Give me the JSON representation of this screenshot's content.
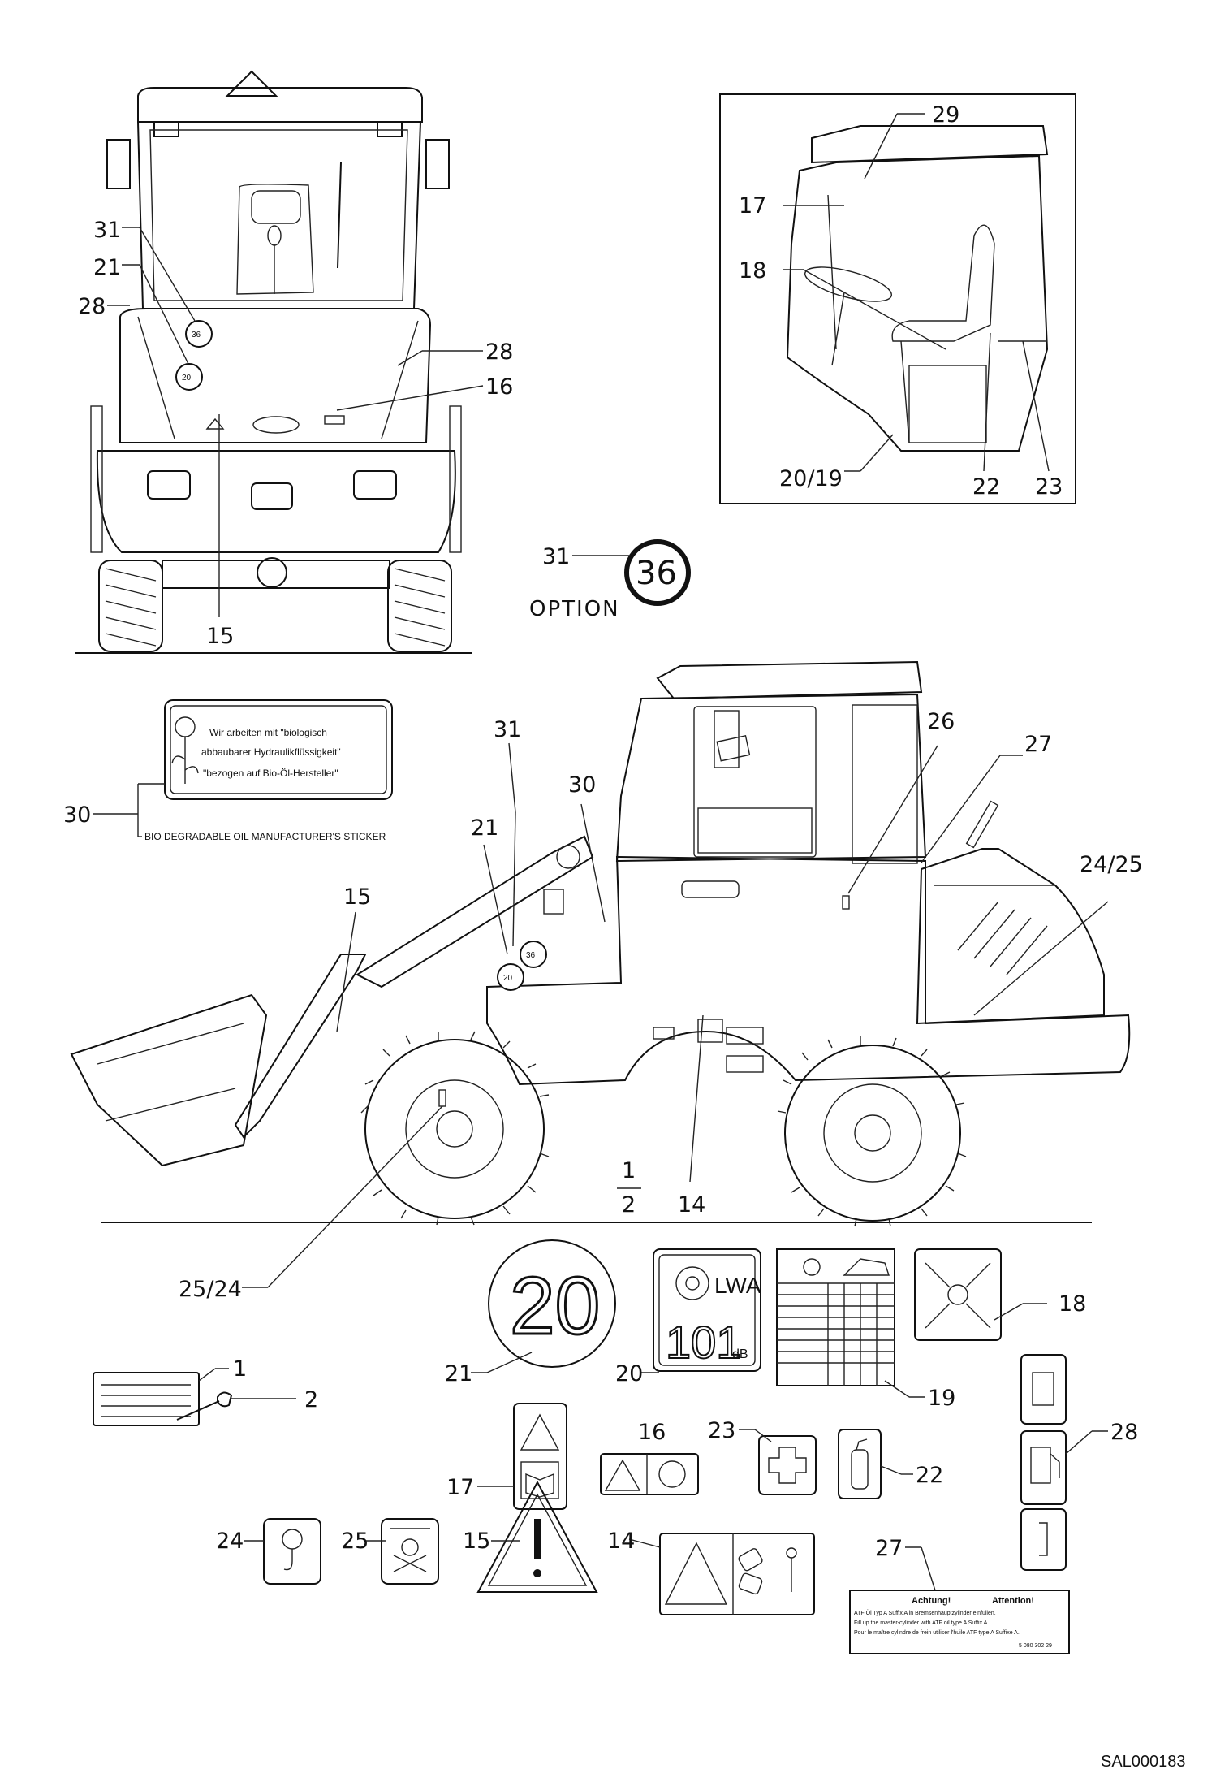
{
  "drawing_id": "SAL000183",
  "option_label": "OPTION",
  "option_callout_number": "31",
  "option_circle_value": "36",
  "bio_sticker": {
    "line1": "Wir arbeiten mit \"biologisch",
    "line2": "abbaubarer Hydraulikflüssigkeit\"",
    "line3": "\"bezogen auf Bio-Öl-Hersteller\"",
    "caption": "BIO DEGRADABLE OIL MANUFACTURER'S STICKER"
  },
  "speed_sign_value": "20",
  "noise_sign": {
    "lwa": "LWA",
    "value": "101",
    "unit": "dB"
  },
  "attention_sticker": {
    "title_de": "Achtung!",
    "title_en": "Attention!",
    "line1": "ATF Öl Typ A Suffix A in Bremsenhauptzylinder einfüllen.",
    "line2": "Fill up the master-cylinder with ATF oil type A Suffix A.",
    "line3": "Pour le maître cylindre de frein utiliser l'huile ATF type A Suffixe A.",
    "part": "5 080 302 29"
  },
  "rear_view_labels": {
    "l31": "31",
    "l21": "21",
    "l28a": "28",
    "l28b": "28",
    "l16": "16",
    "l15": "15",
    "c36": "36",
    "c20": "20"
  },
  "cab_inset_labels": {
    "l29": "29",
    "l17": "17",
    "l18": "18",
    "l2019": "20/19",
    "l22": "22",
    "l23": "23"
  },
  "side_view_labels": {
    "l30": "30",
    "l31": "31",
    "l30b": "30",
    "l26": "26",
    "l27": "27",
    "l2425": "24/25",
    "l21": "21",
    "l15": "15",
    "c36": "36",
    "c20": "20",
    "l1": "1",
    "l2": "2",
    "l14": "14",
    "l2524": "25/24"
  },
  "part_labels": {
    "p1": "1",
    "p2": "2",
    "p21": "21",
    "p20": "20",
    "p19": "19",
    "p18": "18",
    "p28": "28",
    "p17": "17",
    "p16": "16",
    "p23": "23",
    "p22": "22",
    "p24": "24",
    "p25": "25",
    "p15": "15",
    "p14": "14",
    "p27": "27"
  },
  "colors": {
    "ink": "#111111",
    "paper": "#ffffff"
  }
}
